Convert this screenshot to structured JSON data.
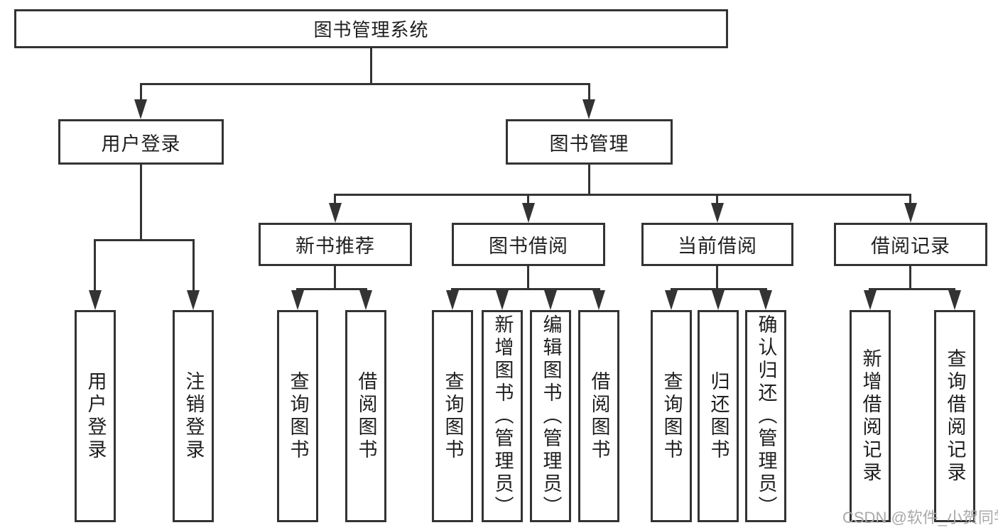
{
  "diagram": {
    "root": {
      "label": "图书管理系统"
    },
    "level2": [
      {
        "label": "用户登录"
      },
      {
        "label": "图书管理"
      }
    ],
    "level3": [
      {
        "label": "新书推荐"
      },
      {
        "label": "图书借阅"
      },
      {
        "label": "当前借阅"
      },
      {
        "label": "借阅记录"
      }
    ],
    "leaves": {
      "user_login": [
        "用户登录",
        "注销登录"
      ],
      "new_books": [
        "查询图书",
        "借阅图书"
      ],
      "book_borrow": [
        "查询图书",
        "新增图书（管理员）",
        "编辑图书（管理员）",
        "借阅图书"
      ],
      "current_borrow": [
        "查询图书",
        "归还图书",
        "确认归还（管理员）"
      ],
      "borrow_records": [
        "新增借阅记录",
        "查询借阅记录"
      ]
    }
  },
  "watermark": "CSDN @软件_小贺同学",
  "colors": {
    "line": "#333333",
    "text": "#1f1f1f",
    "watermark": "#a9a9a9",
    "background": "#ffffff"
  }
}
